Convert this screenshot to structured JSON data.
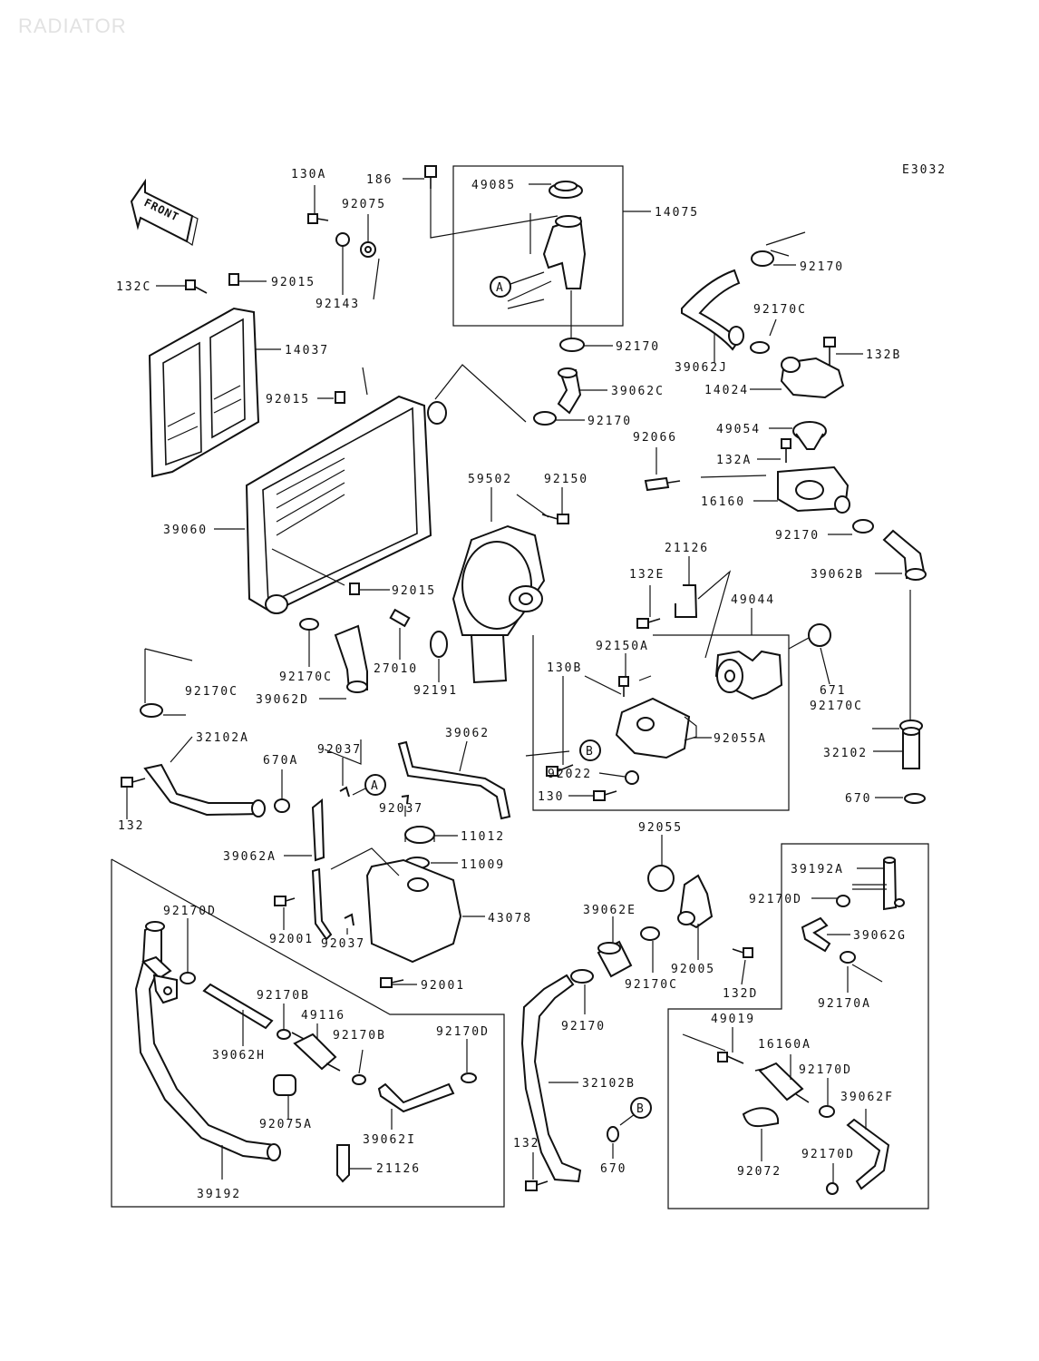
{
  "title": "RADIATOR",
  "diagram_code": "E3032",
  "front_label": "FRONT",
  "labels": [
    {
      "id": "130a",
      "text": "130A"
    },
    {
      "id": "186",
      "text": "186"
    },
    {
      "id": "49085",
      "text": "49085"
    },
    {
      "id": "14075",
      "text": "14075"
    },
    {
      "id": "92075",
      "text": "92075"
    },
    {
      "id": "92143",
      "text": "92143"
    },
    {
      "id": "92015a",
      "text": "92015"
    },
    {
      "id": "132c",
      "text": "132C"
    },
    {
      "id": "92170a",
      "text": "92170"
    },
    {
      "id": "92170c1",
      "text": "92170C"
    },
    {
      "id": "39062j",
      "text": "39062J"
    },
    {
      "id": "132b",
      "text": "132B"
    },
    {
      "id": "14024",
      "text": "14024"
    },
    {
      "id": "92170b",
      "text": "92170"
    },
    {
      "id": "14037",
      "text": "14037"
    },
    {
      "id": "39062c",
      "text": "39062C"
    },
    {
      "id": "92015b",
      "text": "92015"
    },
    {
      "id": "92170d",
      "text": "92170"
    },
    {
      "id": "49054",
      "text": "49054"
    },
    {
      "id": "92066",
      "text": "92066"
    },
    {
      "id": "132a",
      "text": "132A"
    },
    {
      "id": "59502",
      "text": "59502"
    },
    {
      "id": "92150",
      "text": "92150"
    },
    {
      "id": "16160",
      "text": "16160"
    },
    {
      "id": "39060",
      "text": "39060"
    },
    {
      "id": "92170e",
      "text": "92170"
    },
    {
      "id": "21126a",
      "text": "21126"
    },
    {
      "id": "132e",
      "text": "132E"
    },
    {
      "id": "49044",
      "text": "49044"
    },
    {
      "id": "39062b",
      "text": "39062B"
    },
    {
      "id": "92015c",
      "text": "92015"
    },
    {
      "id": "92150a",
      "text": "92150A"
    },
    {
      "id": "27010",
      "text": "27010"
    },
    {
      "id": "92170c2",
      "text": "92170C"
    },
    {
      "id": "92191",
      "text": "92191"
    },
    {
      "id": "130b",
      "text": "130B"
    },
    {
      "id": "671",
      "text": "671"
    },
    {
      "id": "92170c3",
      "text": "92170C"
    },
    {
      "id": "92170c4",
      "text": "92170C"
    },
    {
      "id": "39062d",
      "text": "39062D"
    },
    {
      "id": "32102a",
      "text": "32102A"
    },
    {
      "id": "39062",
      "text": "39062"
    },
    {
      "id": "92055a",
      "text": "92055A"
    },
    {
      "id": "670a",
      "text": "670A"
    },
    {
      "id": "92037a",
      "text": "92037"
    },
    {
      "id": "32102",
      "text": "32102"
    },
    {
      "id": "92022",
      "text": "92022"
    },
    {
      "id": "132f",
      "text": "132"
    },
    {
      "id": "92037b",
      "text": "92037"
    },
    {
      "id": "130",
      "text": "130"
    },
    {
      "id": "670b",
      "text": "670"
    },
    {
      "id": "11012",
      "text": "11012"
    },
    {
      "id": "92055",
      "text": "92055"
    },
    {
      "id": "39062a",
      "text": "39062A"
    },
    {
      "id": "11009",
      "text": "11009"
    },
    {
      "id": "39192a",
      "text": "39192A"
    },
    {
      "id": "92170d1",
      "text": "92170D"
    },
    {
      "id": "43078",
      "text": "43078"
    },
    {
      "id": "39062e",
      "text": "39062E"
    },
    {
      "id": "39062g",
      "text": "39062G"
    },
    {
      "id": "92001a",
      "text": "92001"
    },
    {
      "id": "92037c",
      "text": "92037"
    },
    {
      "id": "92170c5",
      "text": "92170C"
    },
    {
      "id": "92005",
      "text": "92005"
    },
    {
      "id": "92170d2",
      "text": "92170D"
    },
    {
      "id": "92001b",
      "text": "92001"
    },
    {
      "id": "132d",
      "text": "132D"
    },
    {
      "id": "92170f",
      "text": "92170"
    },
    {
      "id": "92170a2",
      "text": "92170A"
    },
    {
      "id": "92170b1",
      "text": "92170B"
    },
    {
      "id": "49116",
      "text": "49116"
    },
    {
      "id": "49019",
      "text": "49019"
    },
    {
      "id": "92170b2",
      "text": "92170B"
    },
    {
      "id": "92170d3",
      "text": "92170D"
    },
    {
      "id": "16160a",
      "text": "16160A"
    },
    {
      "id": "92170d4",
      "text": "92170D"
    },
    {
      "id": "39062h",
      "text": "39062H"
    },
    {
      "id": "32102b",
      "text": "32102B"
    },
    {
      "id": "39062f",
      "text": "39062F"
    },
    {
      "id": "92075a",
      "text": "92075A"
    },
    {
      "id": "39062i",
      "text": "39062I"
    },
    {
      "id": "132g",
      "text": "132"
    },
    {
      "id": "670c",
      "text": "670"
    },
    {
      "id": "92072",
      "text": "92072"
    },
    {
      "id": "92170d5",
      "text": "92170D"
    },
    {
      "id": "21126b",
      "text": "21126"
    },
    {
      "id": "39192",
      "text": "39192"
    }
  ],
  "callouts": [
    {
      "id": "a1",
      "text": "A"
    },
    {
      "id": "a2",
      "text": "A"
    },
    {
      "id": "b1",
      "text": "B"
    },
    {
      "id": "b2",
      "text": "B"
    }
  ]
}
